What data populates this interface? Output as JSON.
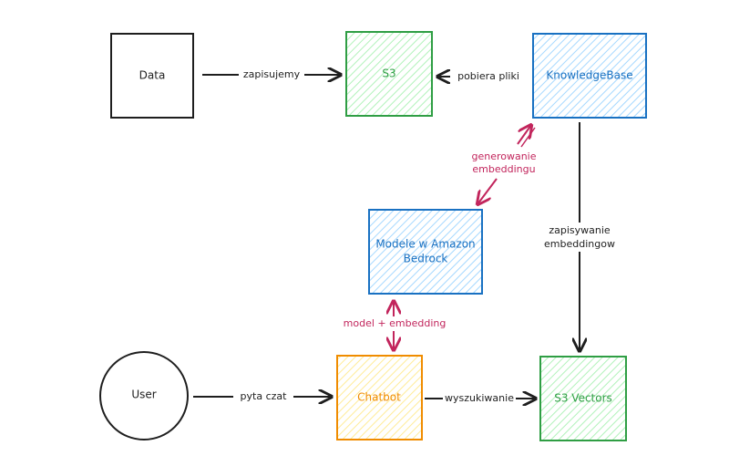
{
  "colors": {
    "black": "#1e1e1e",
    "green": "#2f9e44",
    "green_fill": "#b2f2bb",
    "blue": "#1971c2",
    "blue_fill": "#a5d8ff",
    "orange": "#f08c00",
    "orange_fill": "#ffec99",
    "magenta": "#c2255c"
  },
  "nodes": {
    "data": {
      "label": "Data"
    },
    "s3": {
      "label": "S3"
    },
    "knowledge_base": {
      "label": "KnowledgeBase"
    },
    "bedrock": {
      "label_line1": "Modele w Amazon",
      "label_line2": "Bedrock"
    },
    "user": {
      "label": "User"
    },
    "chatbot": {
      "label": "Chatbot"
    },
    "s3_vectors": {
      "label": "S3 Vectors"
    }
  },
  "edges": {
    "data_to_s3": {
      "label": "zapisujemy"
    },
    "kb_to_s3": {
      "label": "pobiera pliki"
    },
    "bedrock_kb": {
      "label_line1": "generowanie",
      "label_line2": "embeddingu"
    },
    "kb_to_vectors": {
      "label_line1": "zapisywanie",
      "label_line2": "embeddingow"
    },
    "chatbot_bedrock": {
      "label": "model + embedding"
    },
    "user_to_chatbot": {
      "label": "pyta czat"
    },
    "chatbot_to_vectors": {
      "label": "wyszukiwanie"
    }
  }
}
